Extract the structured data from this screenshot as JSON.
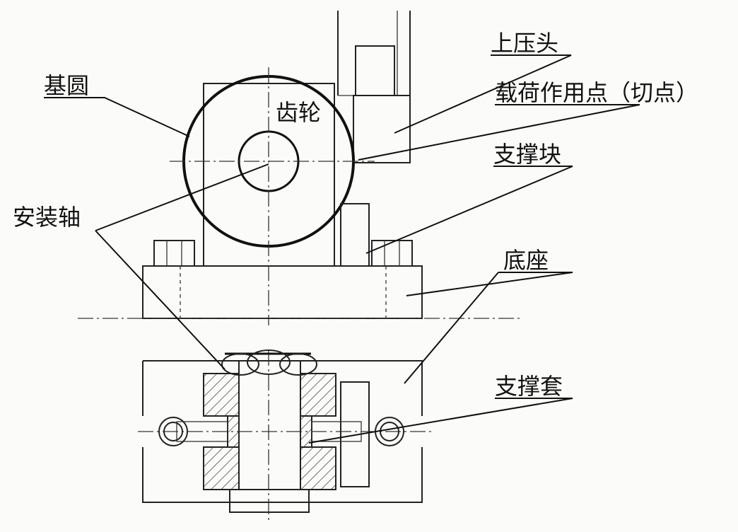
{
  "labels": {
    "base_circle": "基圆",
    "gear": "齿轮",
    "upper_press_head": "上压头",
    "load_point": "载荷作用点（切点）",
    "support_block": "支撑块",
    "mounting_shaft": "安装轴",
    "base": "底座",
    "support_sleeve": "支撑套"
  }
}
